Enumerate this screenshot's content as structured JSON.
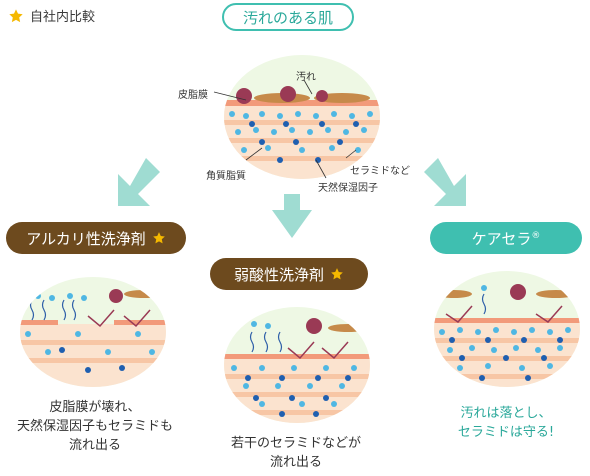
{
  "header": {
    "comparison_label": "自社内比較"
  },
  "top": {
    "title": "汚れのある肌"
  },
  "labels": {
    "sebum": "皮脂膜",
    "dirt": "汚れ",
    "ceramide": "セラミドなど",
    "stratum": "角質脂質",
    "nmf": "天然保湿因子"
  },
  "products": {
    "alkaline": {
      "name": "アルカリ性洗浄剤",
      "caption": [
        "皮脂膜が壊れ、",
        "天然保湿因子もセラミドも",
        "流れ出る"
      ]
    },
    "weak_acid": {
      "name": "弱酸性洗浄剤",
      "caption": [
        "若干のセラミドなどが",
        "流れ出る"
      ]
    },
    "careceraa": {
      "name": "ケアセラ",
      "reg": "®",
      "caption": [
        "汚れは落とし、",
        "セラミドは守る!"
      ]
    }
  },
  "colors": {
    "teal": "#3fbfb0",
    "brown": "#6d4a1e",
    "star": "#f5b800",
    "skin": "#fbe3cf",
    "arrow": "#9fdcd2"
  }
}
